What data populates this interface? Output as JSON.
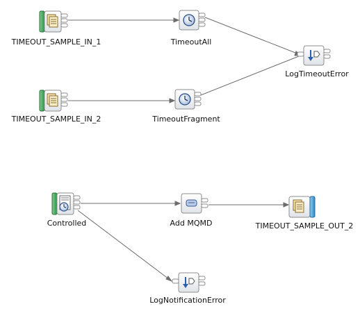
{
  "nodes": {
    "in1": {
      "label": "TIMEOUT_SAMPLE_IN_1",
      "icon": "mq-input-node-icon"
    },
    "timeoutAll": {
      "label": "TimeoutAll",
      "icon": "timeout-control-icon"
    },
    "logTimeoutError": {
      "label": "LogTimeoutError",
      "icon": "trace-node-icon"
    },
    "in2": {
      "label": "TIMEOUT_SAMPLE_IN_2",
      "icon": "mq-input-node-icon"
    },
    "timeoutFragment": {
      "label": "TimeoutFragment",
      "icon": "timeout-control-icon"
    },
    "controlled": {
      "label": "Controlled",
      "icon": "timeout-notification-icon"
    },
    "addMqmd": {
      "label": "Add MQMD",
      "icon": "compute-node-icon"
    },
    "out2": {
      "label": "TIMEOUT_SAMPLE_OUT_2",
      "icon": "mq-output-node-icon"
    },
    "logNotificationError": {
      "label": "LogNotificationError",
      "icon": "trace-node-icon"
    }
  },
  "colors": {
    "input_bar": "#3fae5d",
    "output_bar": "#4aa6d6",
    "connector": "#6c6c6c"
  }
}
